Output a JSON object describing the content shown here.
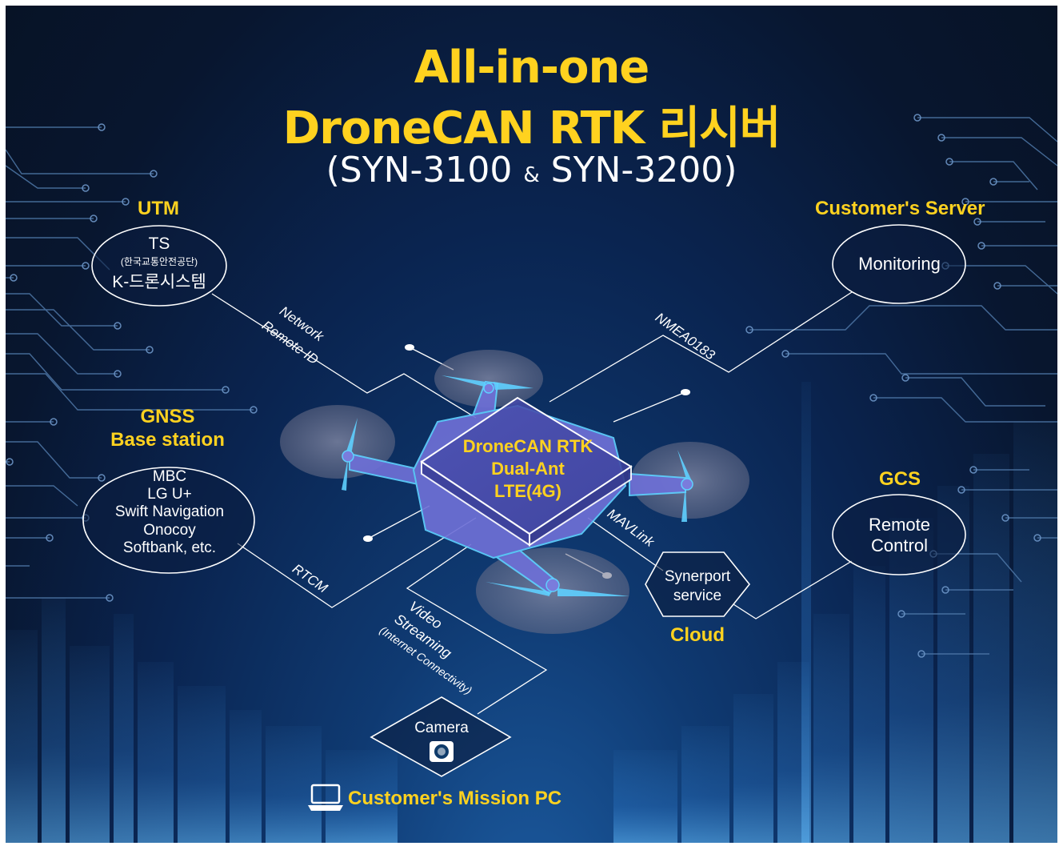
{
  "title": {
    "line1": "All-in-one",
    "line2": "DroneCAN RTK 리시버",
    "line3_a": "(SYN-3100",
    "line3_amp": "&",
    "line3_b": "SYN-3200)"
  },
  "utm": {
    "heading": "UTM",
    "line1": "TS",
    "line2": "(한국교통안전공단)",
    "line3": "K-드론시스템"
  },
  "gnss": {
    "heading1": "GNSS",
    "heading2": "Base station",
    "items": [
      "MBC",
      "LG U+",
      "Swift Navigation",
      "Onocoy",
      "Softbank, etc."
    ]
  },
  "server": {
    "heading": "Customer's Server",
    "label": "Monitoring"
  },
  "gcs": {
    "heading": "GCS",
    "line1": "Remote",
    "line2": "Control"
  },
  "cloud": {
    "line1": "Synerport",
    "line2": "service",
    "heading": "Cloud"
  },
  "receiver": {
    "line1": "DroneCAN RTK",
    "line2": "Dual-Ant",
    "line3": "LTE(4G)"
  },
  "links": {
    "network_1": "Network",
    "network_2": "Remote ID",
    "nmea": "NMEA0183",
    "mavlink": "MAVLink",
    "rtcm": "RTCM",
    "video_1": "Video",
    "video_2": "Streaming",
    "video_3": "(Internet Connectivity)"
  },
  "camera": {
    "label": "Camera"
  },
  "mission_pc": {
    "label": "Customer's Mission PC"
  },
  "colors": {
    "accent_yellow": "#ffd21f",
    "line_white": "#ffffff",
    "circuit": "#5a86b8",
    "drone_body": "#6d6fd8",
    "drone_outline": "#5fd0ff",
    "background_dark": "#071326"
  },
  "icons": [
    "camera-icon",
    "laptop-icon"
  ]
}
